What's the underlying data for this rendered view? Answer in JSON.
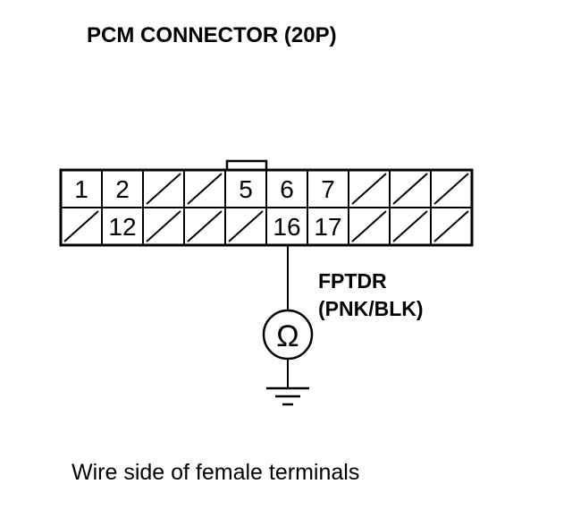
{
  "diagram": {
    "title": "PCM CONNECTOR (20P)",
    "connector": {
      "rows": [
        [
          "1",
          "2",
          "",
          "",
          "5",
          "6",
          "7",
          "",
          "",
          ""
        ],
        [
          "",
          "12",
          "",
          "",
          "",
          "16",
          "17",
          "",
          "",
          ""
        ]
      ]
    },
    "probe_terminal": "16",
    "meter_symbol": "Ω",
    "wire_name": "FPTDR",
    "wire_color": "(PNK/BLK)",
    "caption": "Wire side of female terminals"
  }
}
